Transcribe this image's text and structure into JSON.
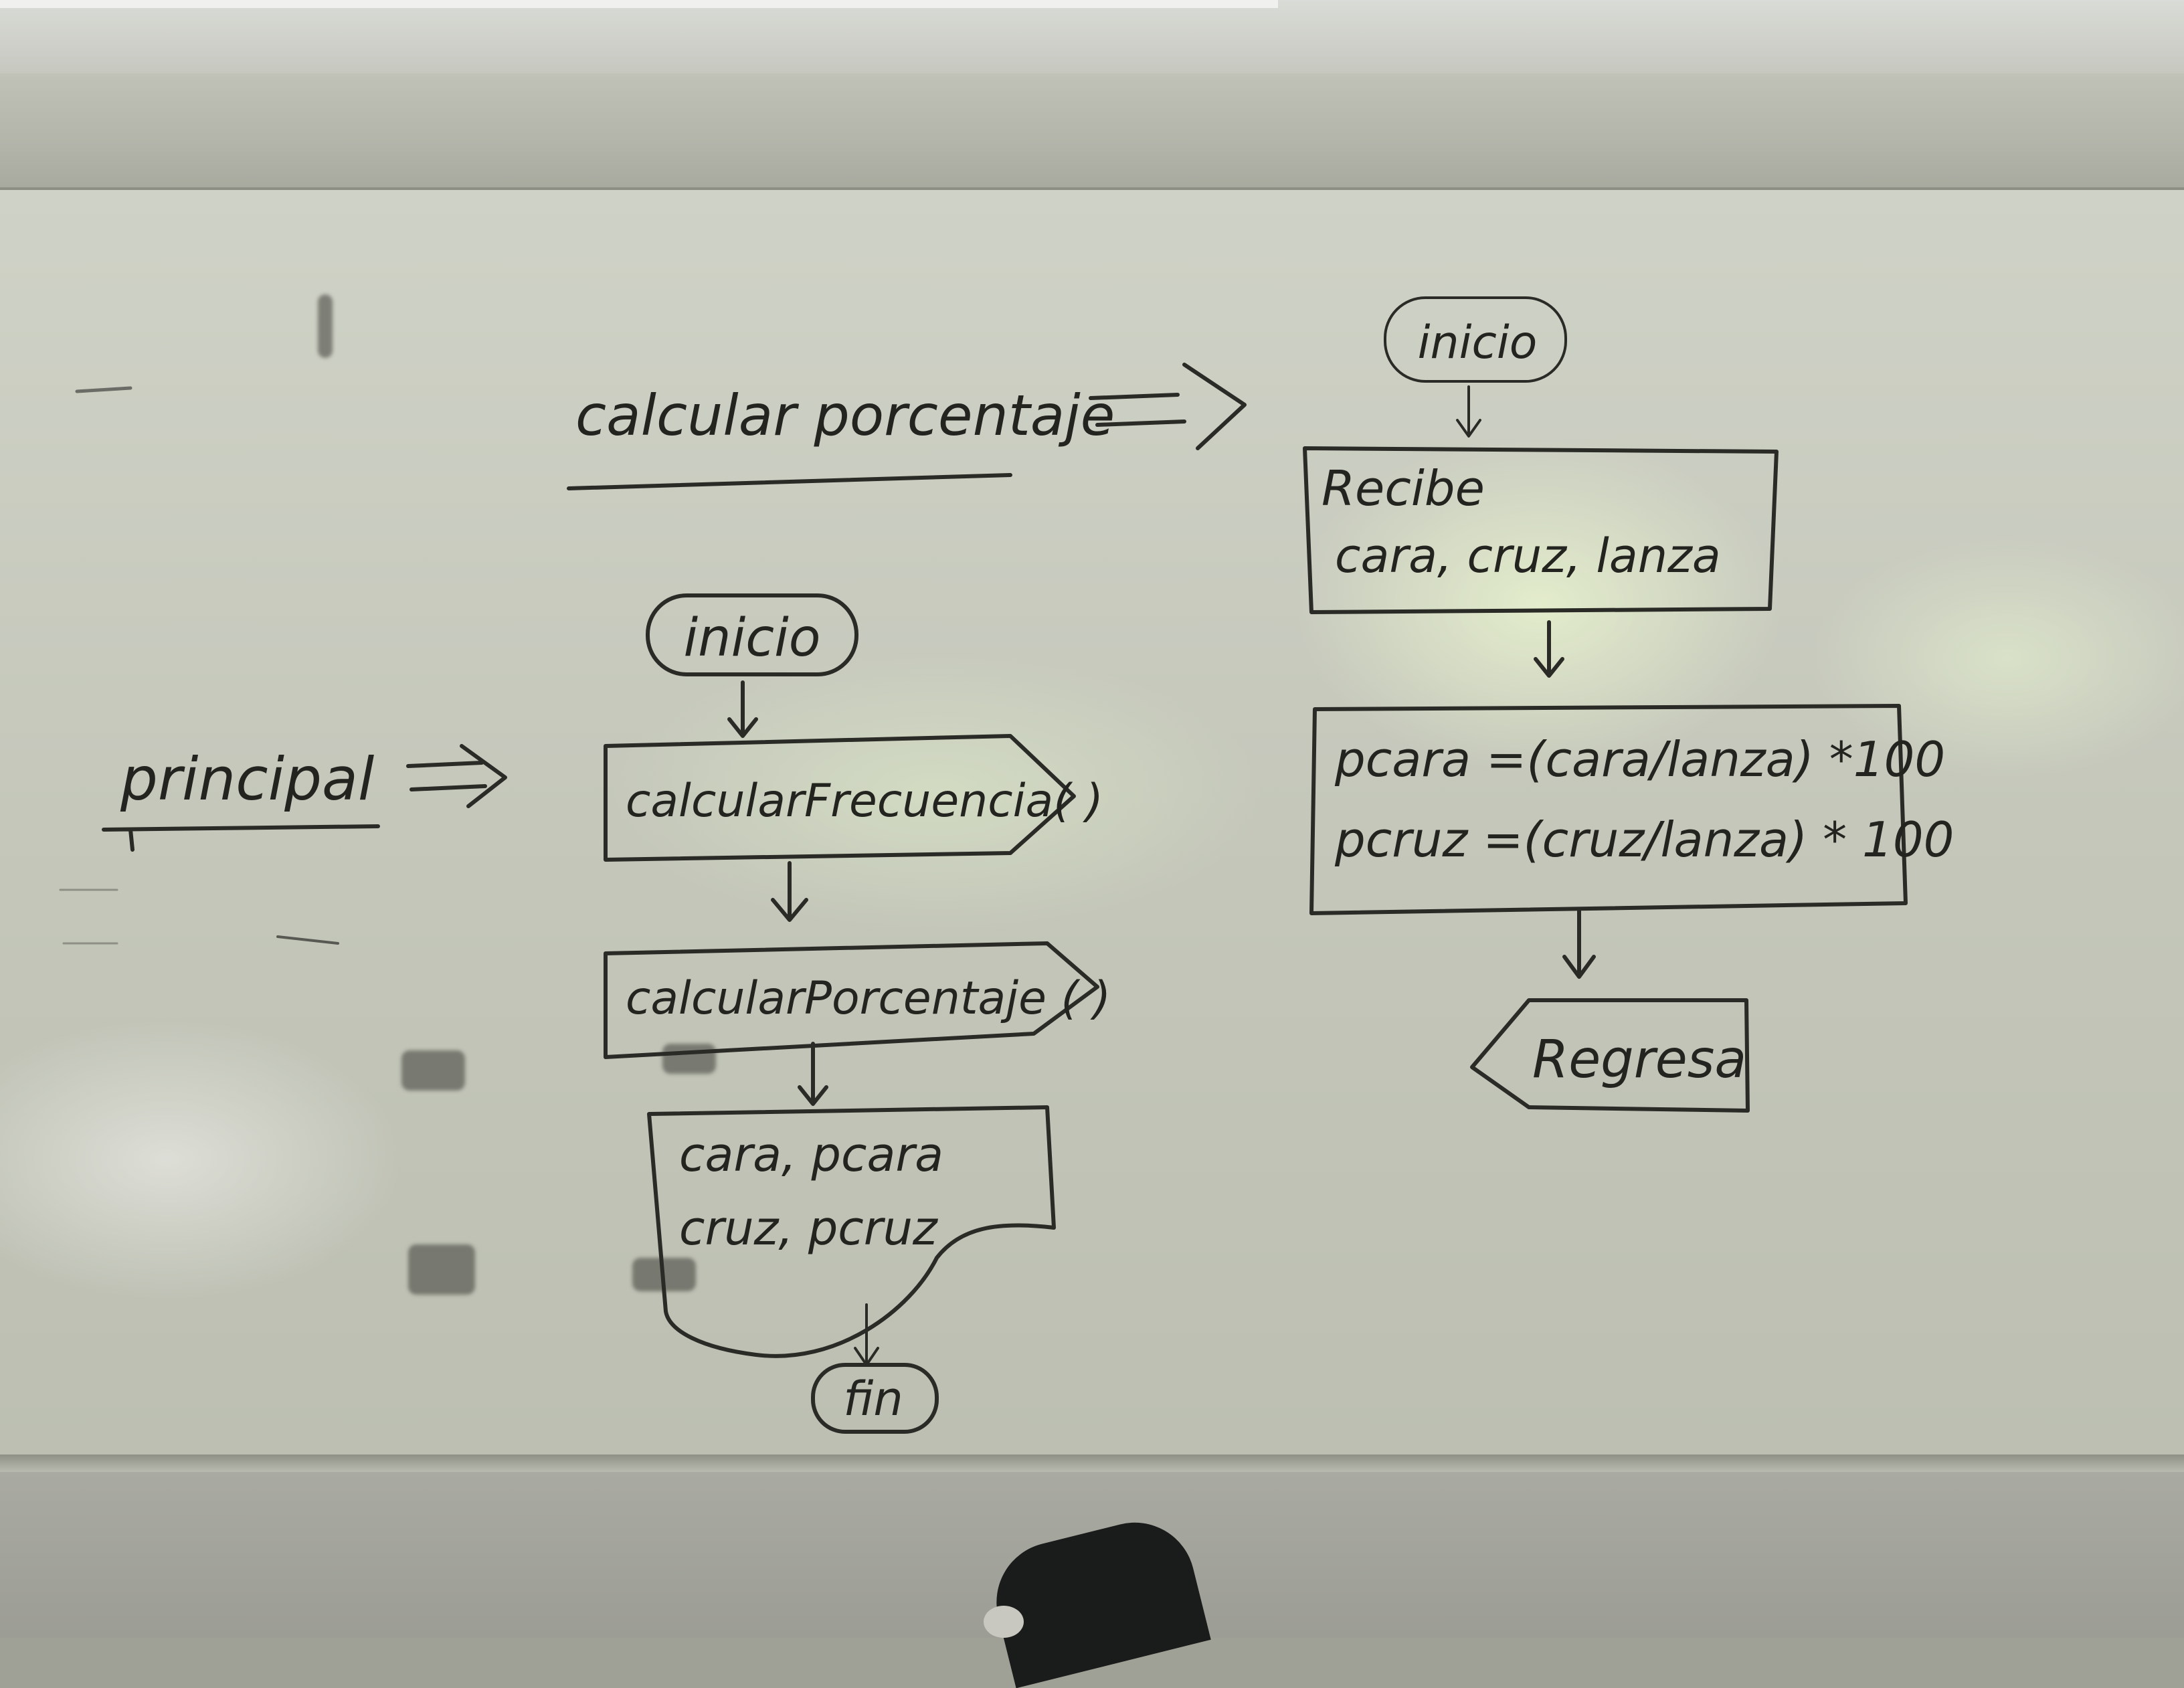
{
  "whiteboard": {
    "left_diagram": {
      "label": "principal",
      "steps": {
        "start": "inicio",
        "call_frecuencia": "calcularFrecuencia( )",
        "call_porcentaje": "calcularPorcentaje ( )",
        "output_line1": "cara, pcara",
        "output_line2": "cruz, pcruz",
        "end": "fin"
      }
    },
    "right_diagram": {
      "label": "calcular porcentaje",
      "steps": {
        "start": "inicio",
        "input_line1": "Recibe",
        "input_line2": "cara, cruz, lanza",
        "calc_line1": "pcara =(cara/lanza) *100",
        "calc_line2": "pcruz =(cruz/lanza) * 100",
        "return": "Regresa"
      }
    }
  }
}
